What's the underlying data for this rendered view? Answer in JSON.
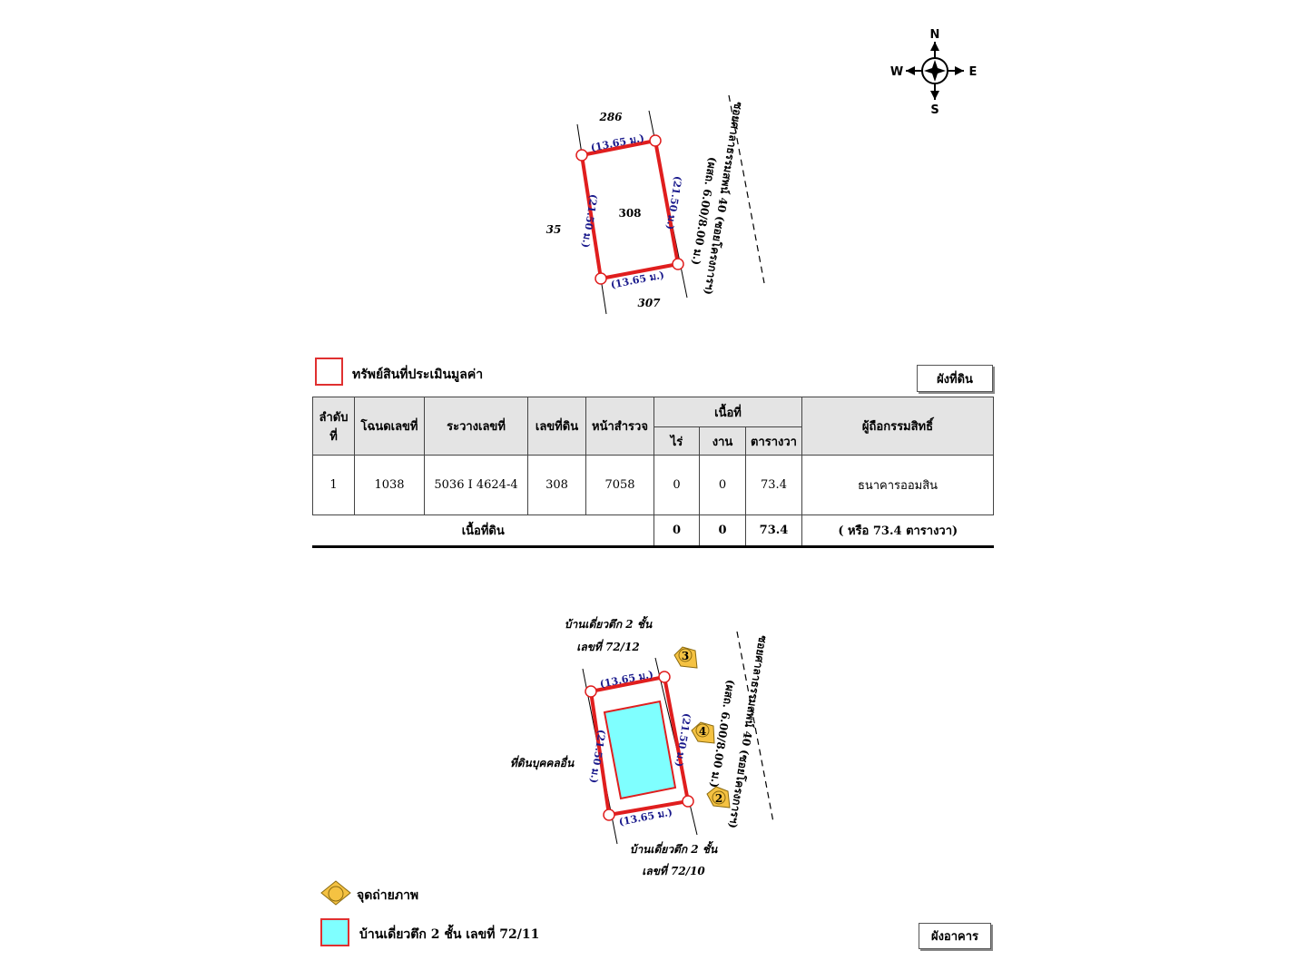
{
  "compass": {
    "n": "N",
    "s": "S",
    "e": "E",
    "w": "W"
  },
  "map1": {
    "plot": "308",
    "north_neighbor": "286",
    "west_neighbor": "35",
    "south_neighbor": "307",
    "top_dim": "(13.65 ม.)",
    "bottom_dim": "(13.65 ม.)",
    "left_dim": "(21.50 ม.)",
    "right_dim": "(21.50 ม.)",
    "road_name": "ซอยศาลาธรรมสพน์ 40 (ซอยโครงการฯ)",
    "road_width": "(ผสถ. 6.00/8.00 ม.)"
  },
  "legend1": {
    "label": "ทรัพย์สินที่ประเมินมูลค่า",
    "button": "ผังที่ดิน"
  },
  "table": {
    "headers": {
      "seq": "ลำดับ",
      "seq2": "ที่",
      "deed": "โฉนดเลขที่",
      "parcel": "ระวางเลขที่",
      "land_no": "เลขที่ดิน",
      "survey": "หน้าสำรวจ",
      "area": "เนื้อที่",
      "rai": "ไร่",
      "ngan": "งาน",
      "wa": "ตารางวา",
      "owner": "ผู้ถือกรรมสิทธิ์"
    },
    "rows": [
      {
        "seq": "1",
        "deed": "1038",
        "parcel": "5036 I 4624-4",
        "land_no": "308",
        "survey": "7058",
        "rai": "0",
        "ngan": "0",
        "wa": "73.4",
        "owner": "ธนาคารออมสิน"
      }
    ],
    "total": {
      "label": "เนื้อที่ดิน",
      "rai": "0",
      "ngan": "0",
      "wa": "73.4",
      "note": "( หรือ 73.4 ตารางวา)"
    }
  },
  "map2": {
    "north_label1": "บ้านเดี่ยวตึก 2 ชั้น",
    "north_label2": "เลขที่ 72/12",
    "south_label1": "บ้านเดี่ยวตึก 2 ชั้น",
    "south_label2": "เลขที่ 72/10",
    "west_label": "ที่ดินบุคคลอื่น",
    "top_dim": "(13.65 ม.)",
    "bottom_dim": "(13.65 ม.)",
    "left_dim": "(21.50 ม.)",
    "right_dim": "(21.50 ม.)",
    "road_name": "ซอยศาลาธรรมสพน์ 40 (ซอยโครงการฯ)",
    "road_width": "(ผสถ. 6.00/8.00 ม.)",
    "markers": [
      "3",
      "4",
      "2"
    ]
  },
  "legend2": {
    "photo_label": "จุดถ่ายภาพ",
    "house_label": "บ้านเดี่ยวตึก 2 ชั้น เลขที่ 72/11",
    "button": "ผังอาคาร"
  },
  "colors": {
    "boundary": "#e01e1e",
    "dim_text": "#1a1a8c",
    "house_fill": "#7fffff",
    "marker_fill": "#f5c242",
    "header_bg": "#e4e4e4"
  }
}
